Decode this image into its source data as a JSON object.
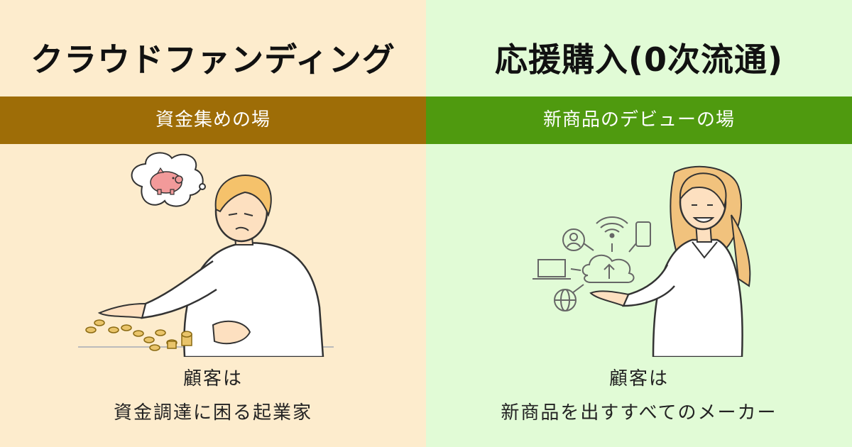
{
  "left": {
    "title": "クラウドファンディング",
    "subtitle": "資金集めの場",
    "caption_line1": "顧客は",
    "caption_line2": "資金調達に困る起業家",
    "colors": {
      "background": "#fdeccd",
      "band": "#9e6d07"
    }
  },
  "right": {
    "title": "応援購入(0次流通)",
    "subtitle": "新商品のデビューの場",
    "caption_line1": "顧客は",
    "caption_line2": "新商品を出すすべてのメーカー",
    "colors": {
      "background": "#e1fbd6",
      "band": "#4f9a0f"
    }
  },
  "icons": {
    "left_illustration": "worried-man-counting-coins-illustration",
    "left_thought": "piggy-bank-icon",
    "right_illustration": "woman-presenting-cloud-network-illustration",
    "right_icons": [
      "user-icon",
      "wifi-icon",
      "smartphone-icon",
      "laptop-icon",
      "cloud-upload-icon",
      "globe-icon"
    ]
  }
}
